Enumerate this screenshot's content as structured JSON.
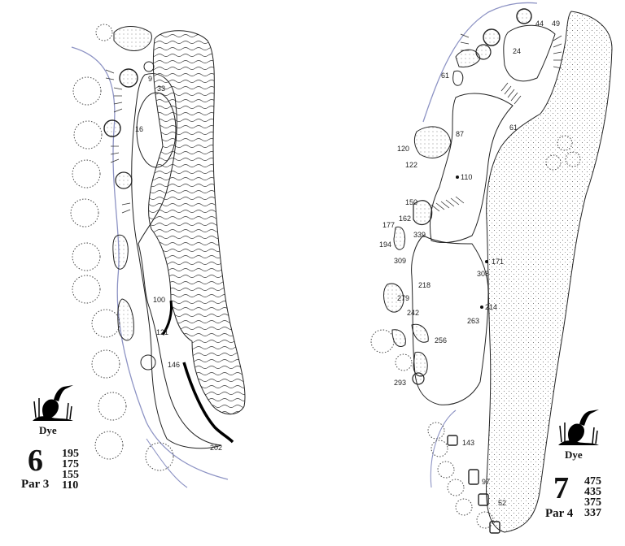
{
  "hole6": {
    "number": "6",
    "par_label": "Par 3",
    "designer": "Dye",
    "yardages": [
      "195",
      "175",
      "155",
      "110"
    ],
    "labels": [
      "9",
      "33",
      "16",
      "100",
      "121",
      "146",
      "202"
    ]
  },
  "hole7": {
    "number": "7",
    "par_label": "Par 4",
    "designer": "Dye",
    "yardages": [
      "475",
      "435",
      "375",
      "337"
    ],
    "labels": [
      "44",
      "49",
      "24",
      "61",
      "61",
      "87",
      "120",
      "122",
      "110",
      "150",
      "162",
      "177",
      "339",
      "194",
      "309",
      "171",
      "308",
      "218",
      "279",
      "242",
      "214",
      "263",
      "256",
      "293",
      "143",
      "97",
      "52"
    ]
  },
  "colors": {
    "water_lines": "#8d93c4",
    "ink": "#222222"
  },
  "icons": [
    "heron-logo-icon",
    "heron-logo-icon"
  ]
}
